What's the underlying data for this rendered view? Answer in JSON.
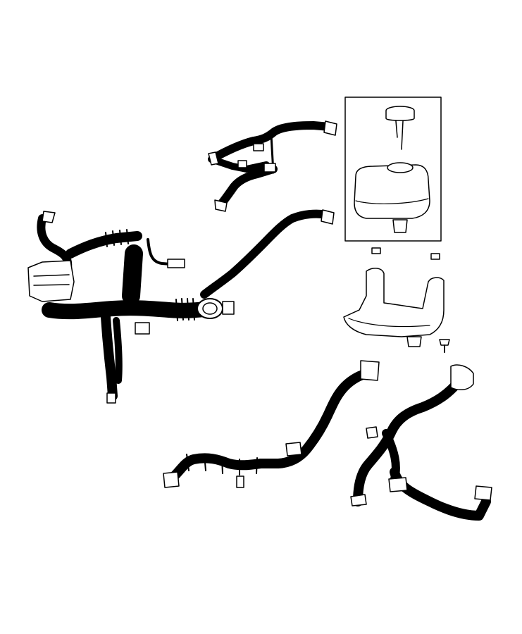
{
  "diagram": {
    "colors": {
      "stroke": "#000000",
      "fill": "#ffffff",
      "background": "#ffffff"
    },
    "parts": [
      "upper-heater-hose-assembly",
      "main-coolant-hose-manifold",
      "coolant-reservoir-callout",
      "reservoir-mounting-bracket",
      "lower-heater-hose",
      "radiator-outlet-hose"
    ]
  }
}
